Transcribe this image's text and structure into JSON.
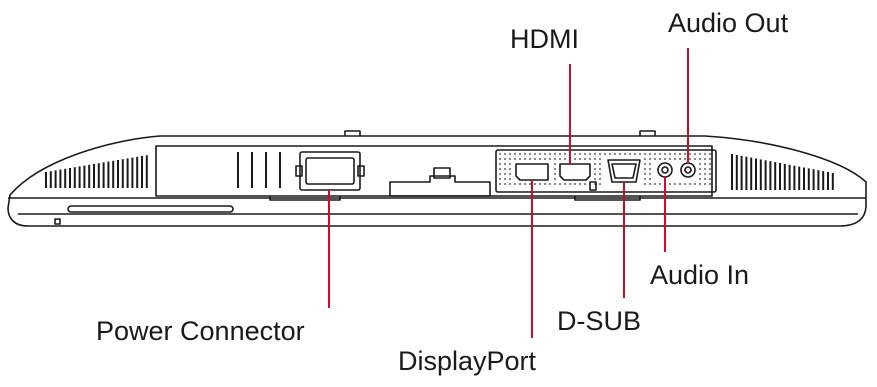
{
  "diagram": {
    "labels": {
      "audio_out": "Audio Out",
      "hdmi": "HDMI",
      "audio_in": "Audio In",
      "d_sub": "D-SUB",
      "power_connector": "Power Connector",
      "displayport": "DisplayPort"
    },
    "colors": {
      "line": "#1a1a1a",
      "callout": "#c8102e",
      "dots": "#333333",
      "background": "#ffffff"
    }
  }
}
